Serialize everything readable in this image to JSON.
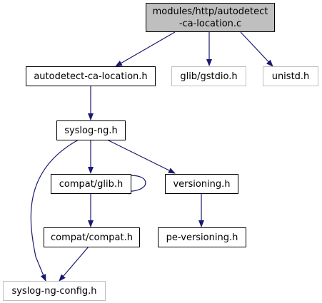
{
  "graph": {
    "nodes": {
      "root": {
        "line1": "modules/http/autodetect",
        "line2": "-ca-location.c"
      },
      "autodetect_h": {
        "label": "autodetect-ca-location.h"
      },
      "glib_gstdio": {
        "label": "glib/gstdio.h"
      },
      "unistd": {
        "label": "unistd.h"
      },
      "syslog_ng": {
        "label": "syslog-ng.h"
      },
      "compat_glib": {
        "label": "compat/glib.h"
      },
      "versioning": {
        "label": "versioning.h"
      },
      "compat_compat": {
        "label": "compat/compat.h"
      },
      "pe_versioning": {
        "label": "pe-versioning.h"
      },
      "syslog_ng_config": {
        "label": "syslog-ng-config.h"
      }
    },
    "colors": {
      "edge": "#191970",
      "root_fill": "#bfbfbf",
      "node_border": "#000000",
      "missing_border": "#bfbfbf",
      "text": "#000000"
    }
  }
}
